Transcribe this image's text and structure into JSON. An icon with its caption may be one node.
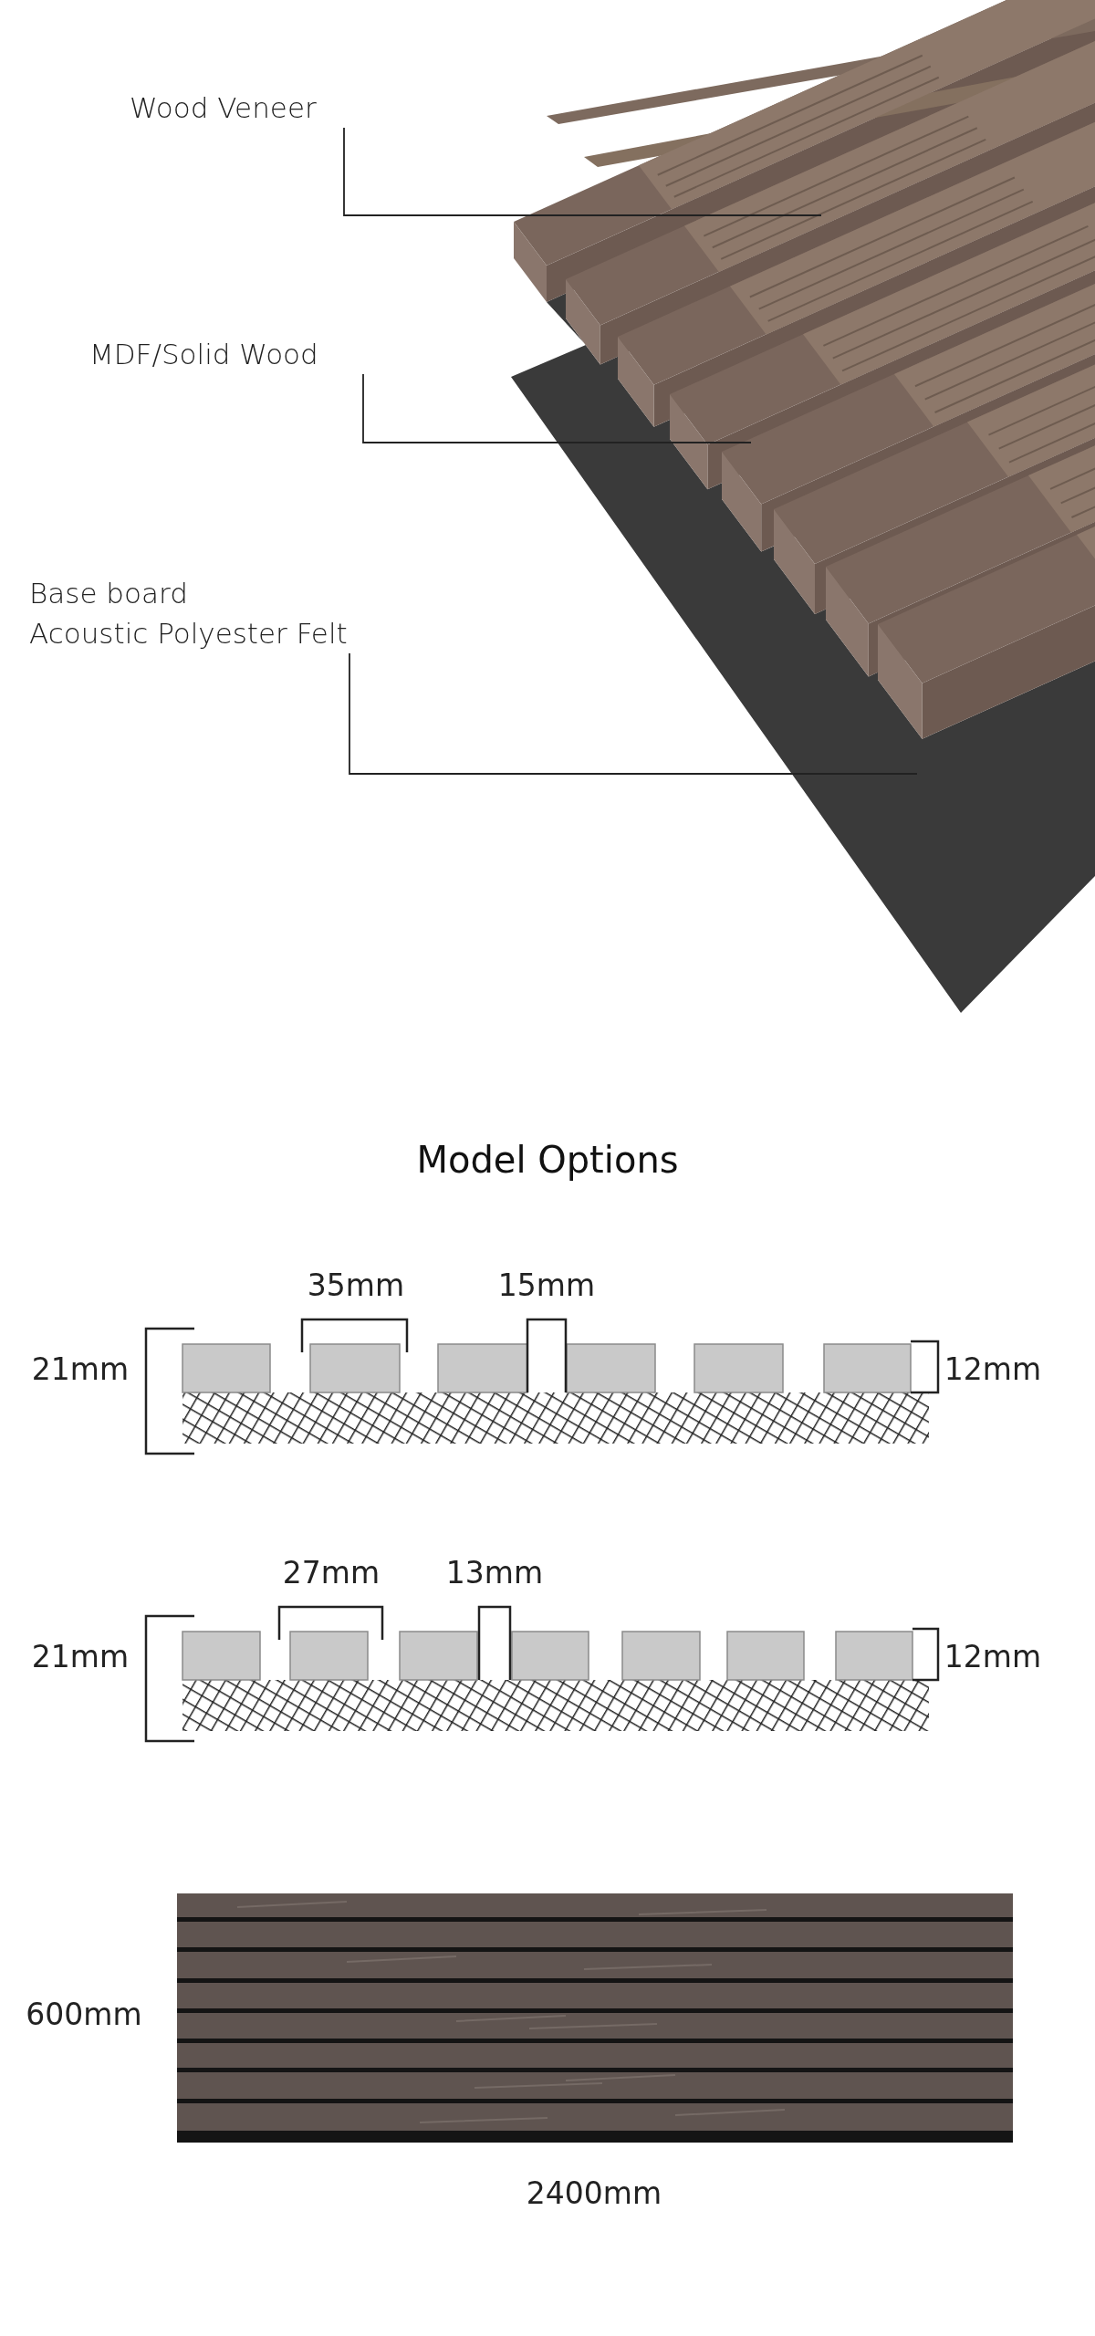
{
  "diagram": {
    "title": "Model Options",
    "nodes": [
      {
        "text": [
          "Wood Veneer"
        ]
      },
      {
        "text": [],
        "shape": "picture",
        "in": 3
      },
      {
        "text": [
          "MDF/Solid Wood"
        ]
      },
      {
        "text": [],
        "shape": "picture"
      },
      {
        "text": [
          "Base board",
          "Acoustic Polyester Felt"
        ]
      },
      {
        "text": [],
        "shape": "picture"
      }
    ],
    "edges": [
      {
        "from": 0,
        "to": 1,
        "arrow": "none"
      },
      {
        "from": 2,
        "to": 3,
        "arrow": "none"
      },
      {
        "from": 4,
        "to": 5,
        "arrow": "none"
      }
    ],
    "labels": [
      "35mm",
      "15mm",
      "21mm",
      "12mm",
      "27mm",
      "13mm",
      "21mm",
      "12mm",
      "600mm",
      "2400mm"
    ]
  }
}
